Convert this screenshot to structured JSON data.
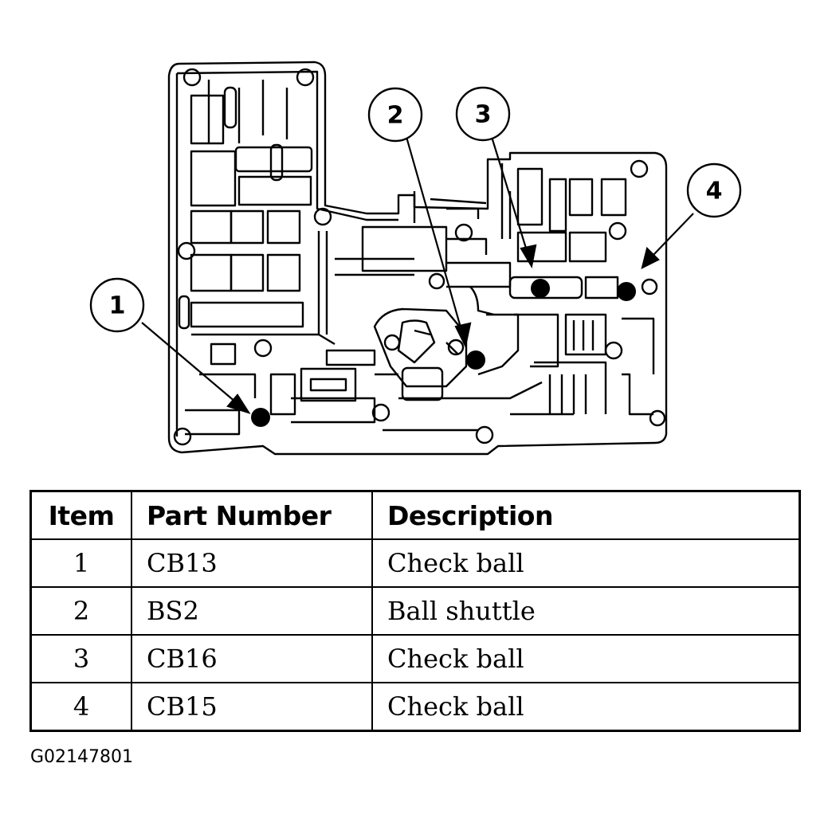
{
  "callouts": [
    "1",
    "2",
    "3",
    "4"
  ],
  "table": {
    "headers": {
      "item": "Item",
      "part": "Part Number",
      "desc": "Description"
    },
    "rows": [
      {
        "item": "1",
        "part": "CB13",
        "desc": "Check ball"
      },
      {
        "item": "2",
        "part": "BS2",
        "desc": "Ball shuttle"
      },
      {
        "item": "3",
        "part": "CB16",
        "desc": "Check ball"
      },
      {
        "item": "4",
        "part": "CB15",
        "desc": "Check ball"
      }
    ]
  },
  "figure_id": "G02147801"
}
